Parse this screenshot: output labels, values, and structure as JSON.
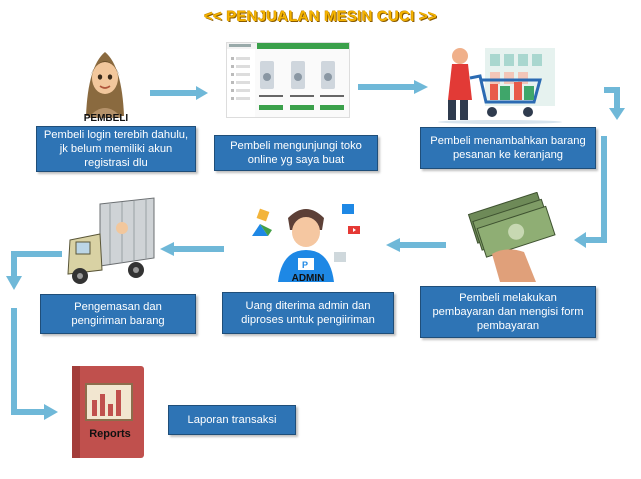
{
  "title": "<< PENJUALAN MESIN CUCI >>",
  "nodes": {
    "buyer_label": "PEMBELI",
    "admin_label": "ADMIN",
    "reports_label": "Reports"
  },
  "steps": {
    "login": "Pembeli login terebih dahulu, jk belum memiliki akun registrasi dlu",
    "visit": "Pembeli mengunjungi toko online yg saya buat",
    "add_cart": "Pembeli menambahkan barang pesanan ke keranjang",
    "payment": "Pembeli melakukan pembayaran dan mengisi form pembayaran",
    "admin_receive": "Uang diterima admin dan diproses untuk pengiiriman",
    "shipping": "Pengemasan dan pengiriman barang",
    "report": "Laporan transaksi"
  },
  "colors": {
    "box_fill": "#2e74b5",
    "arrow": "#6fb8d8",
    "title": "#f5b400"
  }
}
